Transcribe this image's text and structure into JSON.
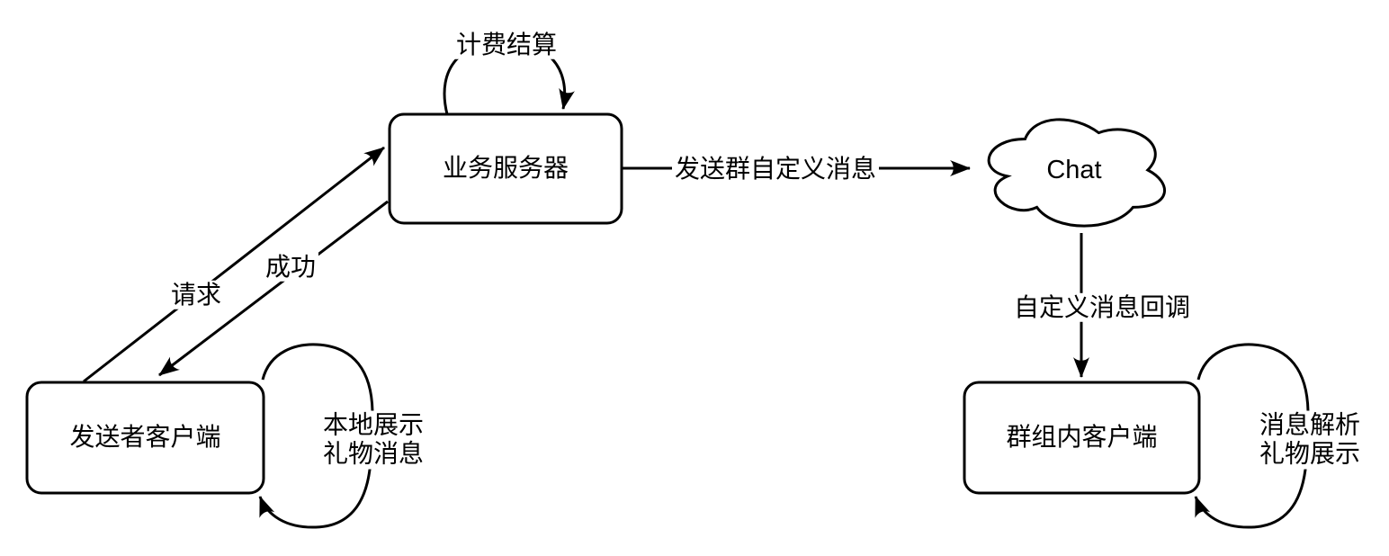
{
  "diagram": {
    "style": {
      "background_color": "#ffffff",
      "stroke_color": "#000000",
      "text_color": "#000000"
    },
    "nodes": {
      "business_server": {
        "label": "业务服务器",
        "shape": "rounded-rectangle"
      },
      "sender_client": {
        "label": "发送者客户端",
        "shape": "rounded-rectangle"
      },
      "group_client": {
        "label": "群组内客户端",
        "shape": "rounded-rectangle"
      },
      "chat": {
        "label": "Chat",
        "shape": "cloud"
      }
    },
    "edges": {
      "request": {
        "label": "请求",
        "from": "sender_client",
        "to": "business_server"
      },
      "success": {
        "label": "成功",
        "from": "business_server",
        "to": "sender_client"
      },
      "billing": {
        "label": "计费结算",
        "from": "business_server",
        "to": "business_server"
      },
      "send_custom_message": {
        "label": "发送群自定义消息",
        "from": "business_server",
        "to": "chat"
      },
      "custom_message_callback": {
        "label": "自定义消息回调",
        "from": "chat",
        "to": "group_client"
      },
      "local_display": {
        "label_line1": "本地展示",
        "label_line2": "礼物消息",
        "from": "sender_client",
        "to": "sender_client"
      },
      "message_parse": {
        "label_line1": "消息解析",
        "label_line2": "礼物展示",
        "from": "group_client",
        "to": "group_client"
      }
    }
  }
}
